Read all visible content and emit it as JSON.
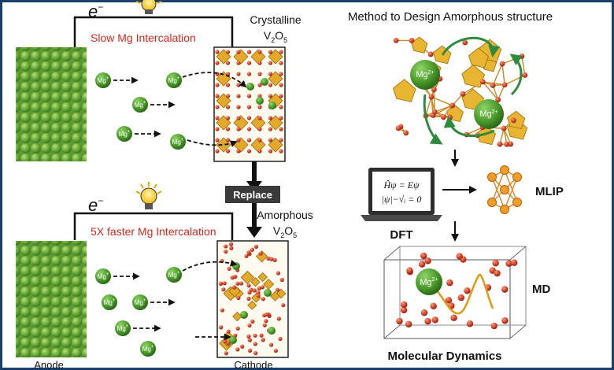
{
  "colors": {
    "accent_red": "#d9261c",
    "ion_green": "#5aa832",
    "atom_red": "#d2452c",
    "polyhedra_gold": "#e3a92a",
    "frame": "#1a3f6e"
  },
  "top_panel": {
    "electron_label": "e",
    "electron_sup": "−",
    "status_label": "Slow Mg Intercalation",
    "cathode_title_line1": "Crystalline",
    "cathode_title_line2": "V",
    "cathode_sub": "2",
    "cathode_title_end": "O",
    "cathode_sub2": "5"
  },
  "replace_label": "Replace",
  "bottom_panel": {
    "electron_label": "e",
    "electron_sup": "−",
    "status_label": "5X faster Mg Intercalation",
    "cathode_title_line1": "Amorphous",
    "cathode_title_line2": "V",
    "cathode_sub": "2",
    "cathode_title_end": "O",
    "cathode_sub2": "5",
    "anode_label": "Anode",
    "cathode_label": "Cathode"
  },
  "ion_label": {
    "base": "Mg",
    "charge": "+"
  },
  "ion_label_2plus": {
    "base": "Mg",
    "charge": "2+"
  },
  "right_panel": {
    "title": "Method to Design Amorphous structure",
    "dft_eq1": "Ĥψ = Eψ",
    "dft_eq2": "|ψ|−√ᵢ = 0",
    "dft_label": "DFT",
    "mlip_label": "MLIP",
    "md_label": "MD",
    "md_caption": "Molecular Dynamics"
  },
  "icons": [
    "lightbulb-icon",
    "laptop-icon",
    "neural-network-icon",
    "arrow-icon"
  ]
}
